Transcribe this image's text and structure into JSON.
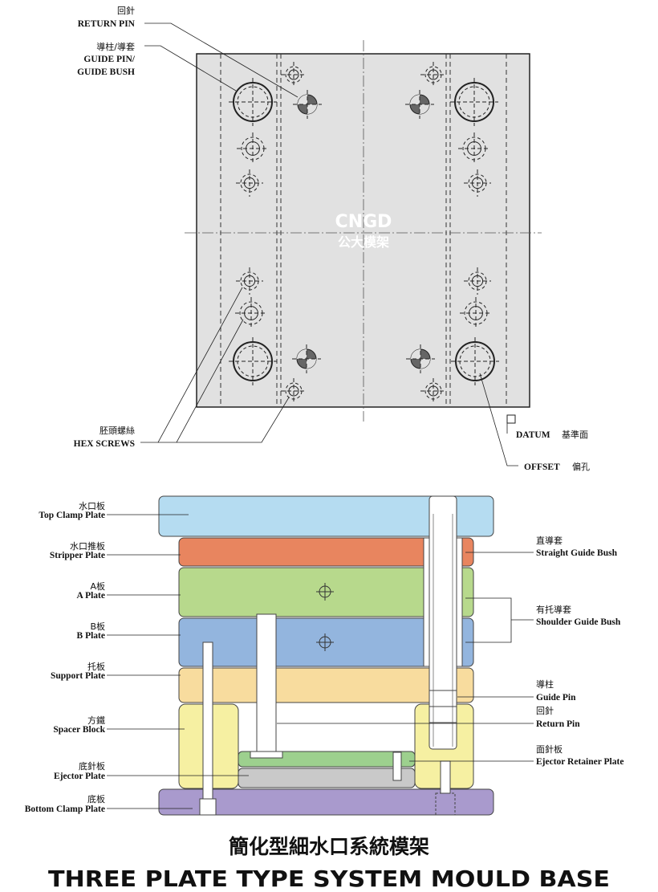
{
  "top_view": {
    "logo_text": "CNGD",
    "logo_cn": "公大模架",
    "return_pin": {
      "cn": "回針",
      "en": "RETURN PIN"
    },
    "guide_pin": {
      "cn": "導柱/導套",
      "en1": "GUIDE PIN/",
      "en2": "GUIDE BUSH"
    },
    "hex_screws": {
      "cn": "胚頭螺絲",
      "en": "HEX SCREWS"
    },
    "datum": {
      "en": "DATUM",
      "cn": "基準面"
    },
    "offset": {
      "en": "OFFSET",
      "cn": "偏孔"
    }
  },
  "side_view": {
    "left_labels": [
      {
        "cn": "水口板",
        "en": "Top Clamp Plate"
      },
      {
        "cn": "水口推板",
        "en": "Stripper Plate"
      },
      {
        "cn": "A板",
        "en": "A Plate"
      },
      {
        "cn": "B板",
        "en": "B Plate"
      },
      {
        "cn": "托板",
        "en": "Support Plate"
      },
      {
        "cn": "方鐵",
        "en": "Spacer Block"
      },
      {
        "cn": "底針板",
        "en": "Ejector Plate"
      },
      {
        "cn": "底板",
        "en": "Bottom Clamp Plate"
      }
    ],
    "right_labels": [
      {
        "cn": "直導套",
        "en": "Straight Guide Bush"
      },
      {
        "cn": "有托導套",
        "en": "Shoulder Guide Bush"
      },
      {
        "cn": "導柱",
        "en": "Guide Pin"
      },
      {
        "cn": "回針",
        "en": "Return Pin"
      },
      {
        "cn": "面針板",
        "en": "Ejector Retainer Plate"
      }
    ],
    "colors": {
      "top_clamp": "#b5dcf1",
      "stripper": "#e8855f",
      "a_plate": "#b7d98c",
      "b_plate": "#93b5de",
      "support": "#f8dc9e",
      "spacer": "#f6f0a2",
      "ejector_retainer": "#9dd08e",
      "ejector": "#c9c9c9",
      "bottom_clamp": "#a99acd"
    }
  },
  "title": {
    "cn": "簡化型細水口系統模架",
    "en": "THREE PLATE TYPE SYSTEM MOULD BASE"
  }
}
